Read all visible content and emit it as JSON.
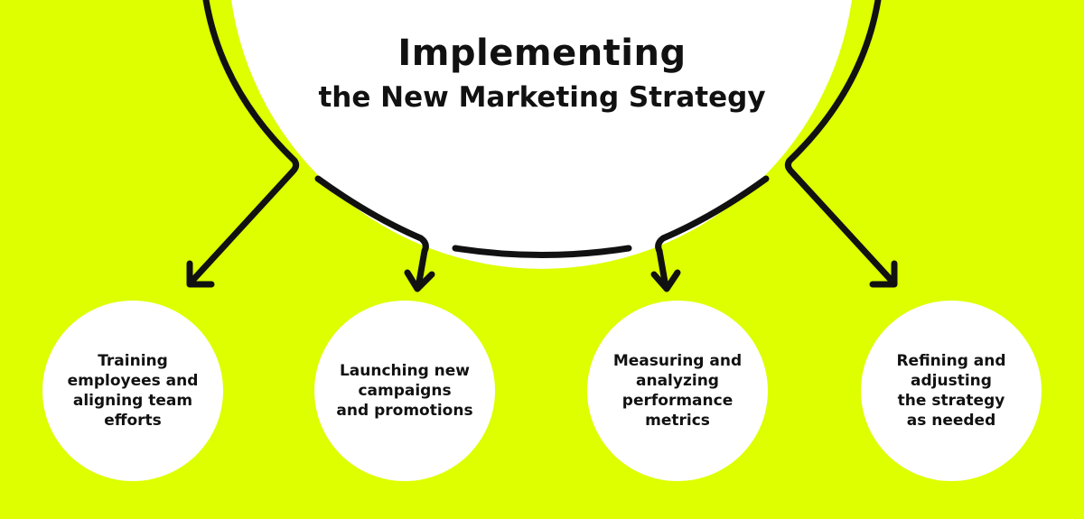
{
  "diagram": {
    "title_line_1": "Implementing",
    "title_line_2": "the New Marketing Strategy",
    "steps": [
      {
        "label": "Training\nemployees and\naligning team\nefforts"
      },
      {
        "label": "Launching new\ncampaigns\nand promotions"
      },
      {
        "label": "Measuring and\nanalyzing\nperformance\nmetrics"
      },
      {
        "label": "Refining and\nadjusting\nthe strategy\nas needed"
      }
    ]
  },
  "colors": {
    "background": "#ddff00",
    "circle_fill": "#ffffff",
    "ink": "#111111"
  }
}
